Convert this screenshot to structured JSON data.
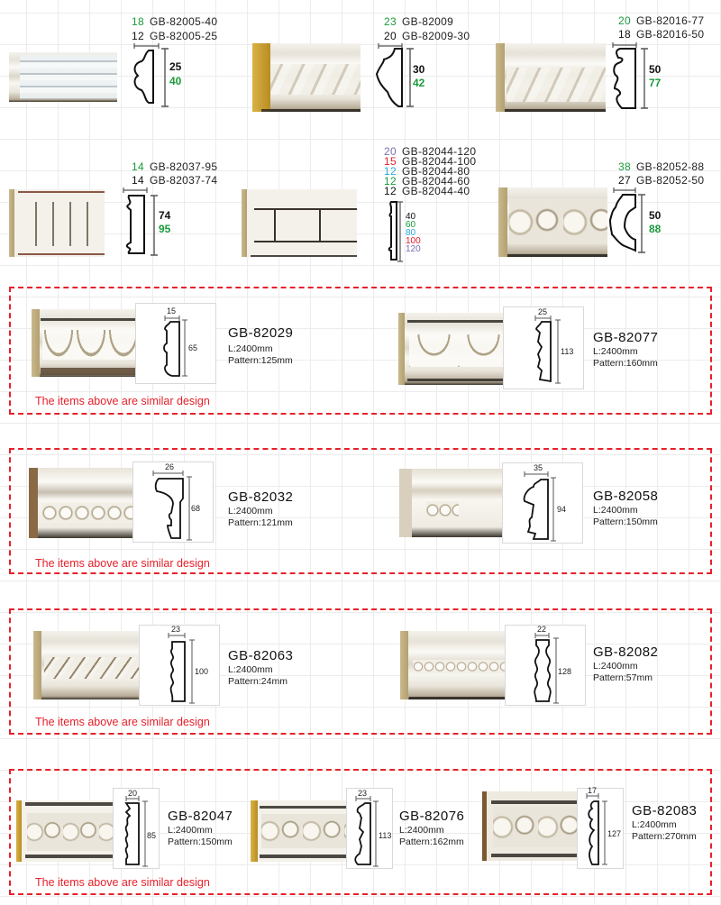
{
  "top_products": [
    {
      "variants": [
        {
          "width": "18",
          "width_color": "green",
          "code": "GB-82005-40"
        },
        {
          "width": "12",
          "width_color": "black",
          "code": "GB-82005-25"
        }
      ],
      "heights": [
        {
          "value": "25",
          "color": "black"
        },
        {
          "value": "40",
          "color": "green"
        }
      ]
    },
    {
      "variants": [
        {
          "width": "23",
          "width_color": "green",
          "code": "GB-82009"
        },
        {
          "width": "20",
          "width_color": "black",
          "code": "GB-82009-30"
        }
      ],
      "heights": [
        {
          "value": "30",
          "color": "black"
        },
        {
          "value": "42",
          "color": "green"
        }
      ]
    },
    {
      "variants": [
        {
          "width": "20",
          "width_color": "green",
          "code": "GB-82016-77"
        },
        {
          "width": "18",
          "width_color": "black",
          "code": "GB-82016-50"
        }
      ],
      "heights": [
        {
          "value": "50",
          "color": "black"
        },
        {
          "value": "77",
          "color": "green"
        }
      ]
    },
    {
      "variants": [
        {
          "width": "14",
          "width_color": "green",
          "code": "GB-82037-95"
        },
        {
          "width": "14",
          "width_color": "black",
          "code": "GB-82037-74"
        }
      ],
      "heights": [
        {
          "value": "74",
          "color": "black"
        },
        {
          "value": "95",
          "color": "green"
        }
      ]
    },
    {
      "variants": [
        {
          "width": "20",
          "width_color": "purple",
          "code": "GB-82044-120"
        },
        {
          "width": "15",
          "width_color": "red",
          "code": "GB-82044-100"
        },
        {
          "width": "12",
          "width_color": "blue",
          "code": "GB-82044-80"
        },
        {
          "width": "12",
          "width_color": "green",
          "code": "GB-82044-60"
        },
        {
          "width": "12",
          "width_color": "black",
          "code": "GB-82044-40"
        }
      ],
      "heights": [
        {
          "value": "40",
          "color": "black"
        },
        {
          "value": "60",
          "color": "green"
        },
        {
          "value": "80",
          "color": "blue"
        },
        {
          "value": "100",
          "color": "red"
        },
        {
          "value": "120",
          "color": "purple"
        }
      ]
    },
    {
      "variants": [
        {
          "width": "38",
          "width_color": "green",
          "code": "GB-82052-88"
        },
        {
          "width": "27",
          "width_color": "black",
          "code": "GB-82052-50"
        }
      ],
      "heights": [
        {
          "value": "50",
          "color": "black"
        },
        {
          "value": "88",
          "color": "green"
        }
      ]
    }
  ],
  "similar_note": "The items above are similar design",
  "sections": [
    {
      "items": [
        {
          "code": "GB-82029",
          "length": "L:2400mm",
          "pattern": "Pattern:125mm",
          "width": "15",
          "height": "65"
        },
        {
          "code": "GB-82077",
          "length": "L:2400mm",
          "pattern": "Pattern:160mm",
          "width": "25",
          "height": "113"
        }
      ]
    },
    {
      "items": [
        {
          "code": "GB-82032",
          "length": "L:2400mm",
          "pattern": "Pattern:121mm",
          "width": "26",
          "height": "68"
        },
        {
          "code": "GB-82058",
          "length": "L:2400mm",
          "pattern": "Pattern:150mm",
          "width": "35",
          "height": "94"
        }
      ]
    },
    {
      "items": [
        {
          "code": "GB-82063",
          "length": "L:2400mm",
          "pattern": "Pattern:24mm",
          "width": "23",
          "height": "100"
        },
        {
          "code": "GB-82082",
          "length": "L:2400mm",
          "pattern": "Pattern:57mm",
          "width": "22",
          "height": "128"
        }
      ]
    },
    {
      "items": [
        {
          "code": "GB-82047",
          "length": "L:2400mm",
          "pattern": "Pattern:150mm",
          "width": "20",
          "height": "85"
        },
        {
          "code": "GB-82076",
          "length": "L:2400mm",
          "pattern": "Pattern:162mm",
          "width": "23",
          "height": "113"
        },
        {
          "code": "GB-82083",
          "length": "L:2400mm",
          "pattern": "Pattern:270mm",
          "width": "17",
          "height": "127"
        }
      ]
    }
  ],
  "colors": {
    "accent_red": "#e8202a",
    "green": "#1a9a3a",
    "purple": "#7a6fb0",
    "blue": "#2aa8e0",
    "grid": "#ececec"
  }
}
